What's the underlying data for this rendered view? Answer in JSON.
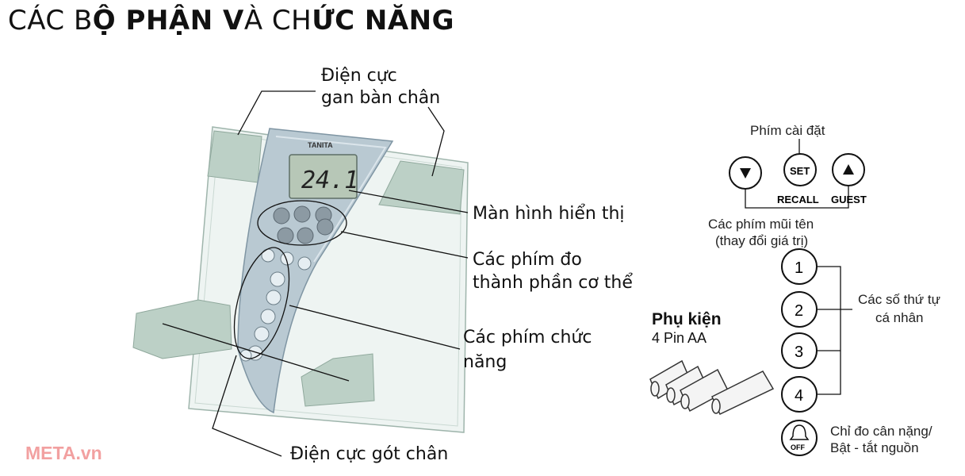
{
  "title": {
    "p1": "CÁC B",
    "p2": "Ộ PHẬN V",
    "p3": "À CH",
    "p4": "ỨC NĂNG"
  },
  "labels": {
    "electrode_sole_1": "Điện cực",
    "electrode_sole_2": "gan bàn chân",
    "display": "Màn hình hiển thị",
    "body_keys_1": "Các phím đo",
    "body_keys_2": "thành phần cơ thể",
    "function_keys_1": "Các phím chức",
    "function_keys_2": "năng",
    "heel_electrode": "Điện cực gót chân"
  },
  "scale": {
    "brand": "TANITA",
    "display_value": "24.1"
  },
  "controls": {
    "set_label": "Phím cài đặt",
    "set_key": "SET",
    "recall": "RECALL",
    "guest": "GUEST",
    "arrows_1": "Các phím mũi tên",
    "arrows_2": "(thay đổi giá trị)",
    "numbers": [
      "1",
      "2",
      "3",
      "4"
    ],
    "personal_1": "Các số thứ tự",
    "personal_2": "cá nhân",
    "off_key": "OFF",
    "weight_only_1": "Chỉ đo cân nặng/",
    "weight_only_2": "Bật - tắt nguồn"
  },
  "accessory": {
    "title": "Phụ kiện",
    "item": "4 Pin AA"
  },
  "watermark": "META.vn",
  "colors": {
    "glass": "#eef4f2",
    "pad": "#bcd0c6",
    "console": "#b9c9d2",
    "lcd": "#b7c7b7"
  }
}
